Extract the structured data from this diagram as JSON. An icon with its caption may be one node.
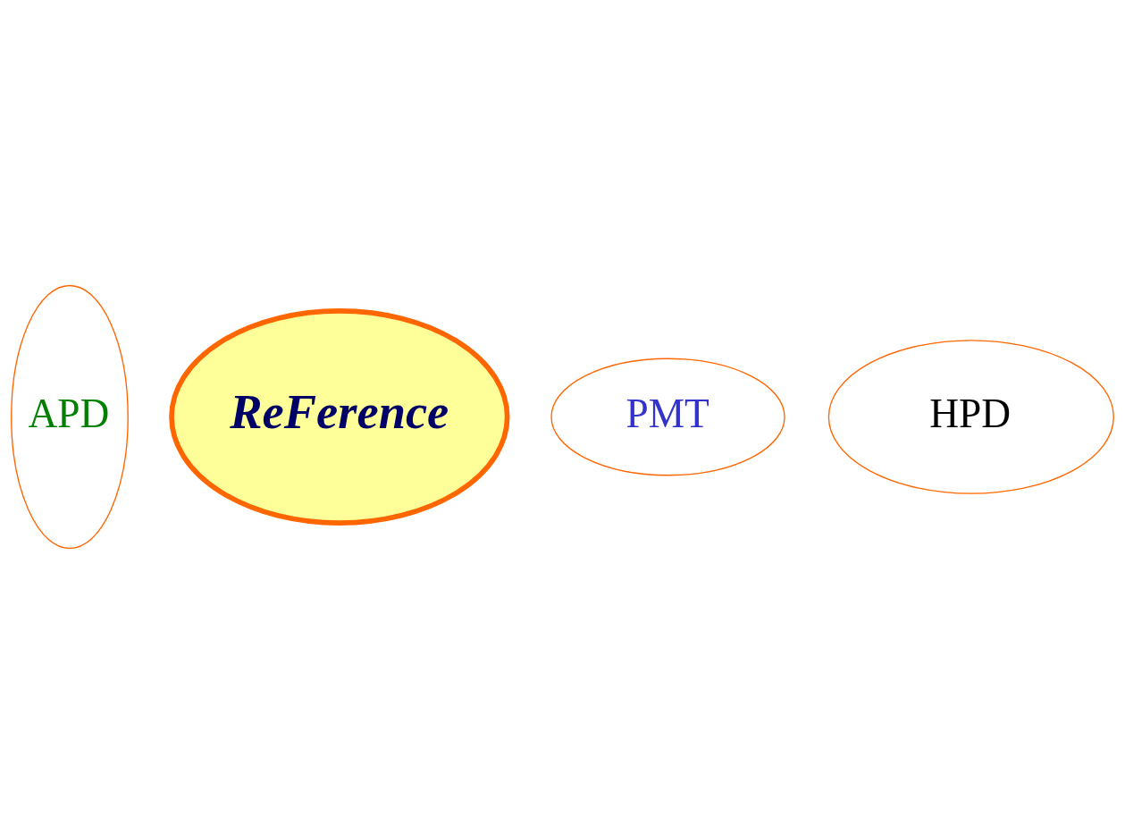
{
  "diagram": {
    "nodes": [
      {
        "text": [
          "APD"
        ]
      },
      {
        "text": [
          "ReFerence"
        ]
      },
      {
        "text": [
          "PMT"
        ]
      },
      {
        "text": [
          "HPD"
        ]
      }
    ],
    "edges": []
  }
}
